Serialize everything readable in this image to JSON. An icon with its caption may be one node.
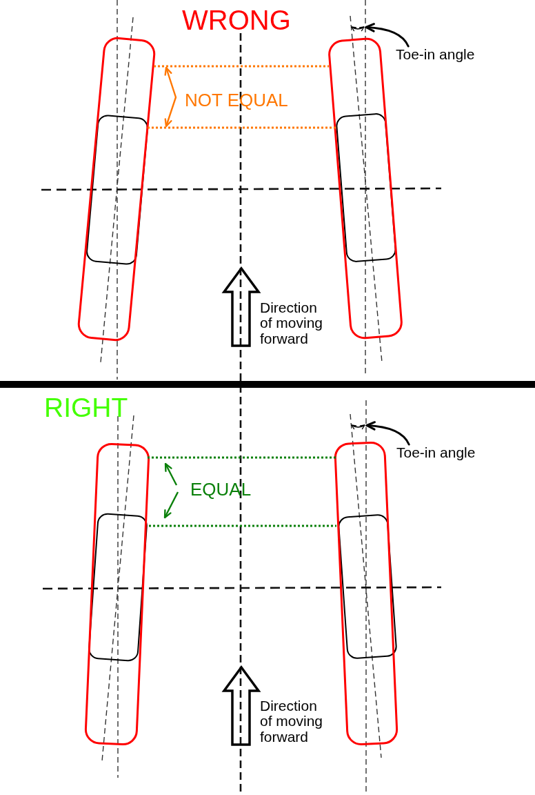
{
  "diagram": {
    "nodes": [
      {
        "text": [],
        "shape": "arrow"
      },
      {
        "text": [
          "Toe-in angle"
        ]
      },
      {
        "text": [],
        "shape": "arrow"
      },
      {
        "text": [
          "Toe-in angle"
        ]
      }
    ],
    "edges": [
      {
        "from": 1,
        "to": 0,
        "arrow": "to"
      },
      {
        "from": 3,
        "to": 2,
        "arrow": "to"
      }
    ],
    "labels": [
      "WRONG",
      "NOT EQUAL",
      "Direction of moving forward",
      "RIGHT",
      "EQUAL",
      "Direction of moving forward"
    ]
  }
}
